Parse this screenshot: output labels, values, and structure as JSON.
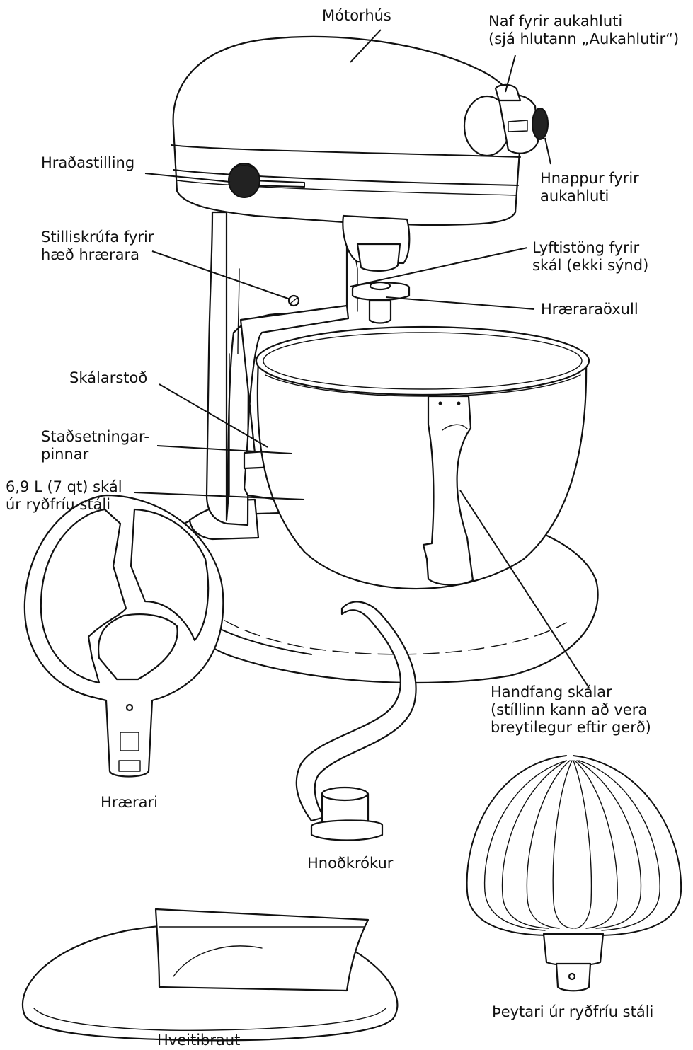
{
  "labels": {
    "motor_housing": "Mótorhús",
    "accessory_hub": [
      "Naf fyrir aukahluti",
      "(sjá hlutann „Aukahlutir“)"
    ],
    "speed_control": "Hraðastilling",
    "accessory_knob": [
      "Hnappur fyrir",
      "aukahluti"
    ],
    "height_screw": [
      "Stilliskrúfa fyrir",
      "hæð hrærara"
    ],
    "bowl_lift": [
      "Lyftistöng fyrir",
      "skál (ekki sýnd)"
    ],
    "beater_shaft": "Hræraraöxull",
    "bowl_support": "Skálarstoð",
    "locating_pins": [
      "Staðsetningar-",
      "pinnar"
    ],
    "bowl": [
      "6,9 L (7 qt) skál",
      "úr ryðfríu stáli"
    ],
    "bowl_handle": [
      "Handfang skálar",
      "(stíllinn kann að vera",
      "breytilegur eftir gerð)"
    ],
    "flat_beater": "Hrærari",
    "dough_hook": "Hnoðkrókur",
    "whip": "Þeytari úr ryðfríu stáli",
    "pouring_shield": "Hveitibraut"
  }
}
